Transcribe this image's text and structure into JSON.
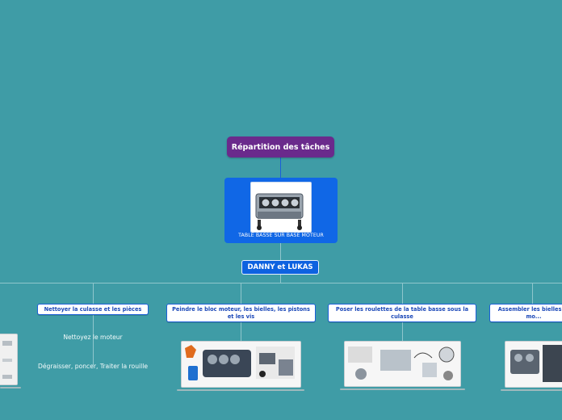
{
  "root": {
    "label": "Répartition des tâches"
  },
  "main": {
    "caption": "TABLE BASSE SUR BASE MOTEUR"
  },
  "team": {
    "label": "DANNY et LUKAS"
  },
  "tasks": [
    {
      "label": "Nettoyer la culasse et les pièces",
      "subs": [
        "Nettoyez le moteur",
        "Dégraisser, poncer, Traiter la rouille"
      ]
    },
    {
      "label": "Peindre le bloc moteur, les bielles, les pistons et les vis"
    },
    {
      "label": "Poser les roulettes de la table basse sous la culasse"
    },
    {
      "label": "Assembler les bielles ... mo..."
    }
  ],
  "colors": {
    "background": "#3f9ca6",
    "root": "#6a2a8c",
    "main": "#1067e6",
    "task_text": "#1a47b8"
  }
}
